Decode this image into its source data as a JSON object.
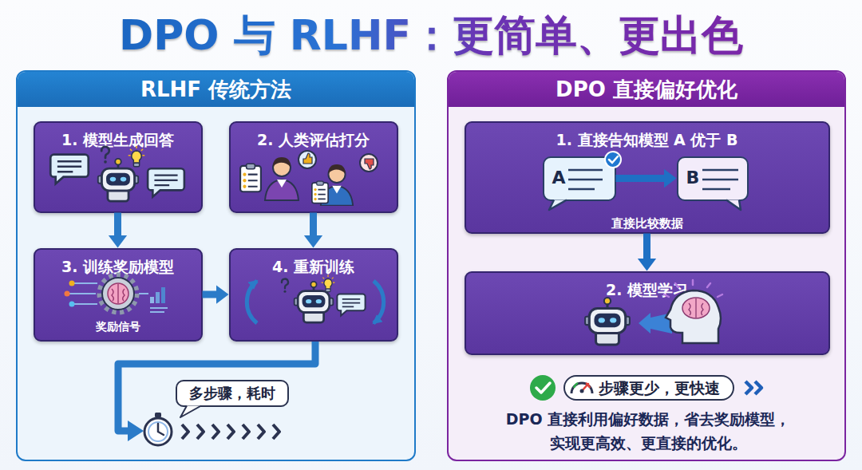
{
  "diagram": {
    "title": "DPO 与 RLHF：更简单、更出色",
    "nodes": [
      {
        "text": [
          "RLHF 传统方法"
        ]
      },
      {
        "text": [
          "1. 模型生成回答"
        ],
        "in": 0
      },
      {
        "text": [
          "2. 人类评估打分"
        ],
        "in": 0
      },
      {
        "text": [
          "3. 训练奖励模型",
          "奖励信号"
        ],
        "in": 0
      },
      {
        "text": [
          "4. 重新训练"
        ],
        "in": 0
      },
      {
        "text": [
          "多步骤，耗时"
        ],
        "in": 0
      },
      {
        "text": [
          "DPO 直接偏好优化",
          "DPO 直接利用偏好数据，省去奖励模型，实现更高效、更直接的优化。"
        ]
      },
      {
        "text": [
          "1. 直接告知模型 A 优于 B",
          "直接比较数据"
        ],
        "in": 6
      },
      {
        "text": [
          "A"
        ],
        "in": 7
      },
      {
        "text": [
          "B"
        ],
        "in": 7
      },
      {
        "text": [
          "2. 模型学习"
        ],
        "in": 6
      },
      {
        "text": [
          "步骤更少，更快速"
        ],
        "in": 6
      }
    ],
    "edges": [
      {
        "from": 1,
        "to": 3,
        "arrow": "to"
      },
      {
        "from": 2,
        "to": 4,
        "arrow": "to"
      },
      {
        "from": 3,
        "to": 4,
        "arrow": "to"
      },
      {
        "from": 8,
        "to": 9,
        "arrow": "to"
      },
      {
        "from": 7,
        "to": 10,
        "arrow": "to"
      }
    ]
  }
}
